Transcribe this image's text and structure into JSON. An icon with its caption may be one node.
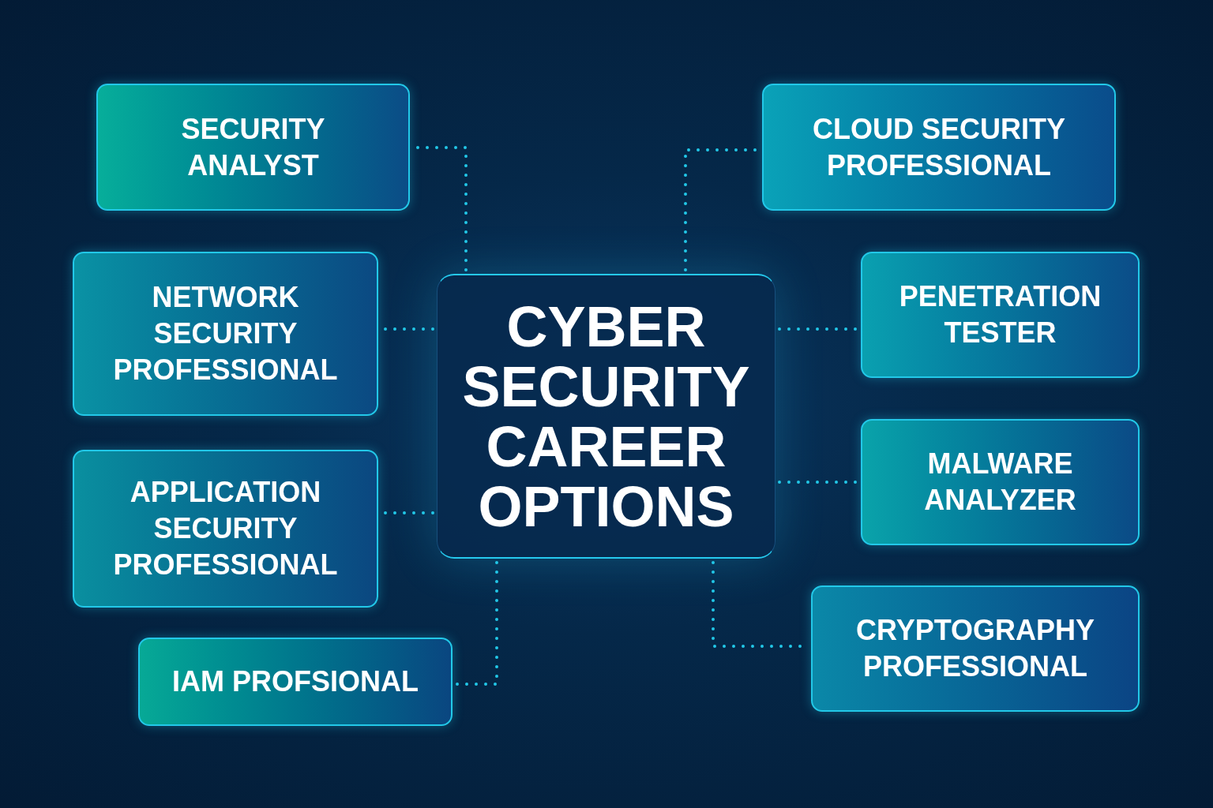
{
  "diagram": {
    "nodes": [
      {
        "text": [
          "CYBER SECURITY CAREER OPTIONS"
        ]
      },
      {
        "text": [
          "SECURITY ANALYST"
        ]
      },
      {
        "text": [
          "NETWORK SECURITY PROFESSIONAL"
        ]
      },
      {
        "text": [
          "APPLICATION SECURITY PROFESSIONAL"
        ]
      },
      {
        "text": [
          "IAM PROFSIONAL"
        ]
      },
      {
        "text": [
          "CLOUD SECURITY PROFESSIONAL"
        ]
      },
      {
        "text": [
          "PENETRATION TESTER"
        ]
      },
      {
        "text": [
          "MALWARE ANALYZER"
        ]
      },
      {
        "text": [
          "CRYPTOGRAPHY PROFESSIONAL"
        ]
      }
    ],
    "edges": [
      {
        "from": 0,
        "to": 1,
        "arrow": "none"
      },
      {
        "from": 0,
        "to": 2,
        "arrow": "none"
      },
      {
        "from": 0,
        "to": 3,
        "arrow": "none"
      },
      {
        "from": 0,
        "to": 4,
        "arrow": "none"
      },
      {
        "from": 0,
        "to": 5,
        "arrow": "none"
      },
      {
        "from": 0,
        "to": 6,
        "arrow": "none"
      },
      {
        "from": 0,
        "to": 7,
        "arrow": "none"
      },
      {
        "from": 0,
        "to": 8,
        "arrow": "none"
      }
    ]
  }
}
